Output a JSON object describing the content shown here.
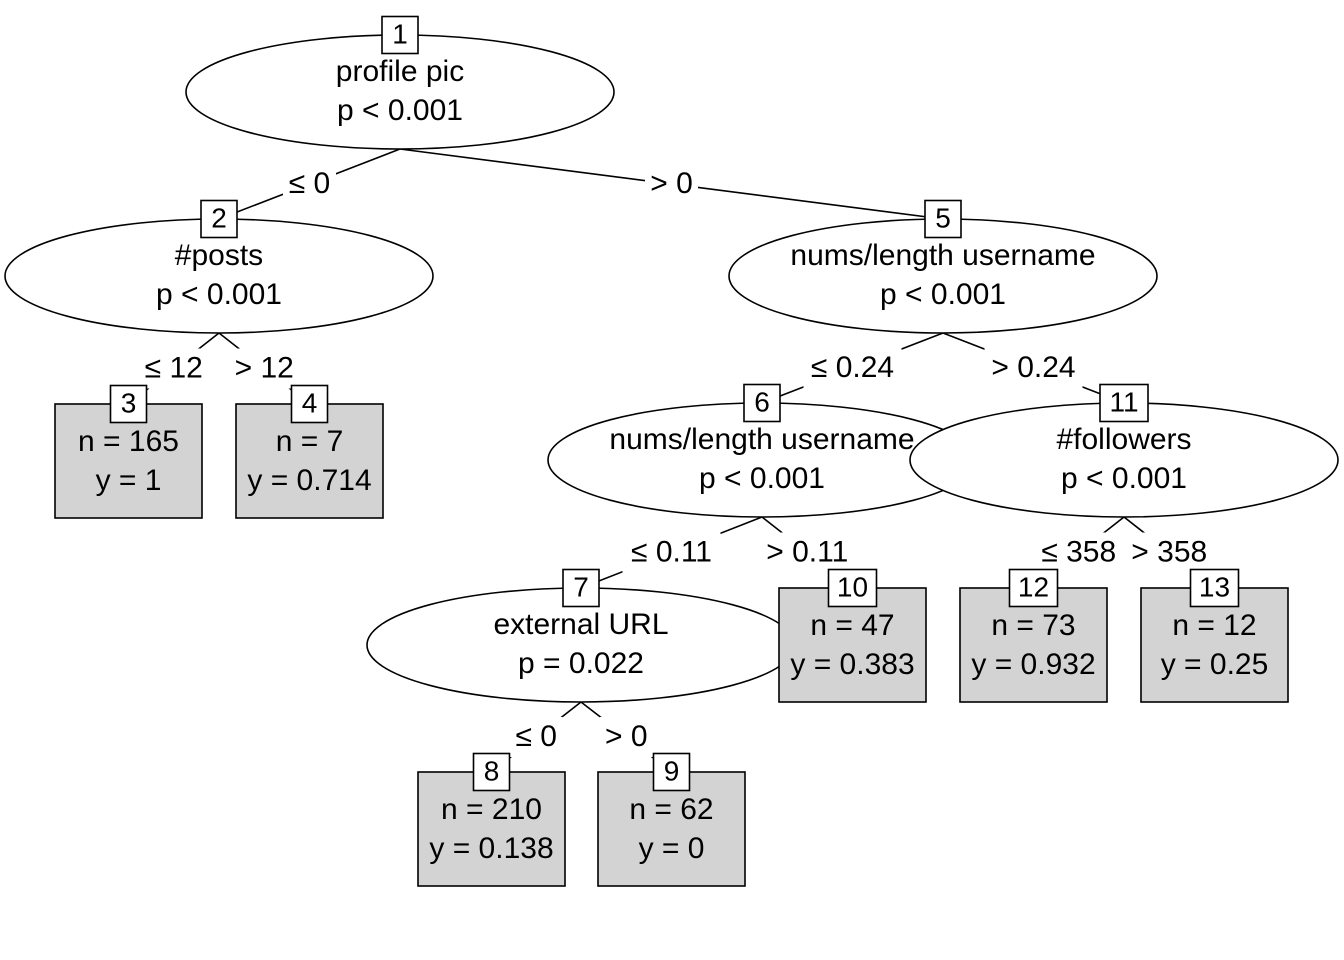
{
  "tree": {
    "inner_nodes": [
      {
        "id": "1",
        "variable": "profile pic",
        "pvalue": "p < 0.001"
      },
      {
        "id": "2",
        "variable": "#posts",
        "pvalue": "p < 0.001"
      },
      {
        "id": "5",
        "variable": "nums/length username",
        "pvalue": "p < 0.001"
      },
      {
        "id": "6",
        "variable": "nums/length username",
        "pvalue": "p < 0.001"
      },
      {
        "id": "7",
        "variable": "external URL",
        "pvalue": "p = 0.022"
      },
      {
        "id": "11",
        "variable": "#followers",
        "pvalue": "p < 0.001"
      }
    ],
    "leaves": [
      {
        "id": "3",
        "n": "n = 165",
        "y": "y = 1"
      },
      {
        "id": "4",
        "n": "n = 7",
        "y": "y = 0.714"
      },
      {
        "id": "8",
        "n": "n = 210",
        "y": "y = 0.138"
      },
      {
        "id": "9",
        "n": "n = 62",
        "y": "y = 0"
      },
      {
        "id": "10",
        "n": "n = 47",
        "y": "y = 0.383"
      },
      {
        "id": "12",
        "n": "n = 73",
        "y": "y = 0.932"
      },
      {
        "id": "13",
        "n": "n = 12",
        "y": "y = 0.25"
      }
    ],
    "edges": [
      {
        "from": "1",
        "to": "2",
        "label": "≤ 0"
      },
      {
        "from": "1",
        "to": "5",
        "label": "> 0"
      },
      {
        "from": "2",
        "to": "3",
        "label": "≤ 12"
      },
      {
        "from": "2",
        "to": "4",
        "label": "> 12"
      },
      {
        "from": "5",
        "to": "6",
        "label": "≤ 0.24"
      },
      {
        "from": "5",
        "to": "11",
        "label": "> 0.24"
      },
      {
        "from": "6",
        "to": "7",
        "label": "≤ 0.11"
      },
      {
        "from": "6",
        "to": "10",
        "label": "> 0.11"
      },
      {
        "from": "7",
        "to": "8",
        "label": "≤ 0"
      },
      {
        "from": "7",
        "to": "9",
        "label": "> 0"
      },
      {
        "from": "11",
        "to": "12",
        "label": "≤ 358"
      },
      {
        "from": "11",
        "to": "13",
        "label": "> 358"
      }
    ]
  }
}
